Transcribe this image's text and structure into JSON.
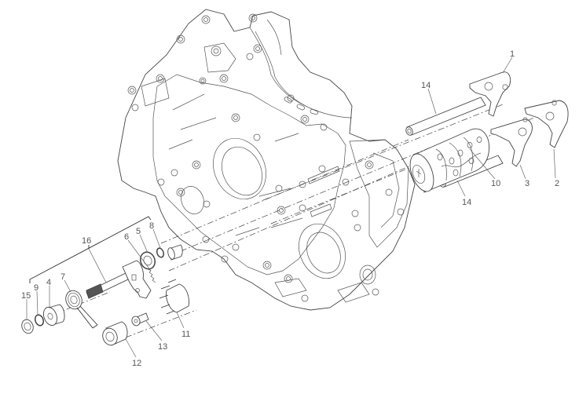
{
  "diagram": {
    "title": "Gearchange mechanism exploded view",
    "labels": {
      "p1": "1",
      "p2": "2",
      "p3": "3",
      "p4": "4",
      "p5": "5",
      "p6": "6",
      "p7": "7",
      "p8": "8",
      "p9": "9",
      "p10": "10",
      "p11": "11",
      "p12": "12",
      "p13": "13",
      "p14a": "14",
      "p14b": "14",
      "p15": "15",
      "p16": "16"
    }
  }
}
